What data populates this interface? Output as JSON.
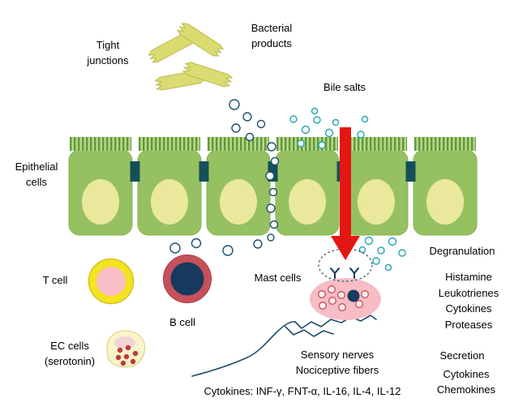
{
  "diagram": {
    "labels": {
      "tight_junctions": "Tight\njunctions",
      "bacterial_products": "Bacterial\nproducts",
      "bile_salts": "Bile salts",
      "epithelial_cells": "Epithelial\ncells",
      "t_cell": "T cell",
      "b_cell": "B cell",
      "mast_cells": "Mast cells",
      "degranulation": "Degranulation",
      "mast_mediators": "Histamine\nLeukotrienes\nCytokines\nProteases",
      "ec_cells": "EC cells\n(serotonin)",
      "sensory_nerves": "Sensory nerves\nNociceptive fibers",
      "secretion": "Secretion",
      "secretion_mediators": "Cytokines\nChemokines",
      "cytokines_line": "Cytokines: INF-γ, FNT-α, IL-16, IL-4, IL-12"
    },
    "colors": {
      "epithelial_green": "#96c161",
      "brush_border_green": "#5e9a38",
      "nucleus_yellow": "#eae89c",
      "tight_junction_teal": "#154f5a",
      "bacteria_yellow": "#dadb70",
      "arrow_red": "#e41613",
      "t_cell_ring": "#f3e321",
      "t_cell_core": "#f9bdc7",
      "b_cell_ring": "#c5515b",
      "b_cell_core": "#18395e",
      "mast_cell_pink": "#f7bcc4",
      "ec_cell_cream": "#f8f4cb",
      "nerve_navy": "#1d4e6b",
      "particle_teal": "#2ba4b4"
    }
  }
}
